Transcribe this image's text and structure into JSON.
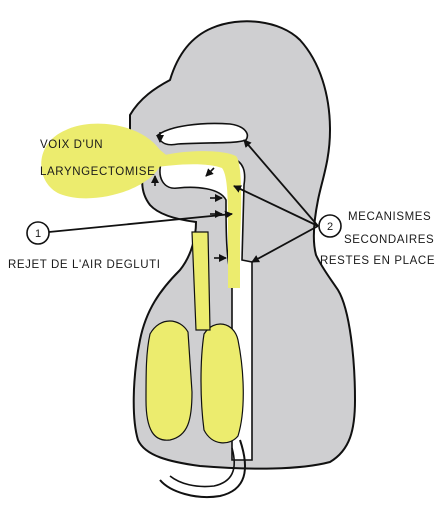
{
  "diagram": {
    "bubble_label_line1": "VOIX D'UN",
    "bubble_label_line2": "LARYNGECTOMISE",
    "marker_1": "1",
    "marker_1_label": "REJET DE L'AIR DEGLUTI",
    "marker_2": "2",
    "marker_2_label_line1": "MECANISMES",
    "marker_2_label_line2": "SECONDAIRES",
    "marker_2_label_line3": "RESTES EN PLACE",
    "colors": {
      "tissue": "#cfcfd1",
      "air_highlight": "#ecec6e",
      "outline": "#111111",
      "background": "#ffffff"
    }
  }
}
